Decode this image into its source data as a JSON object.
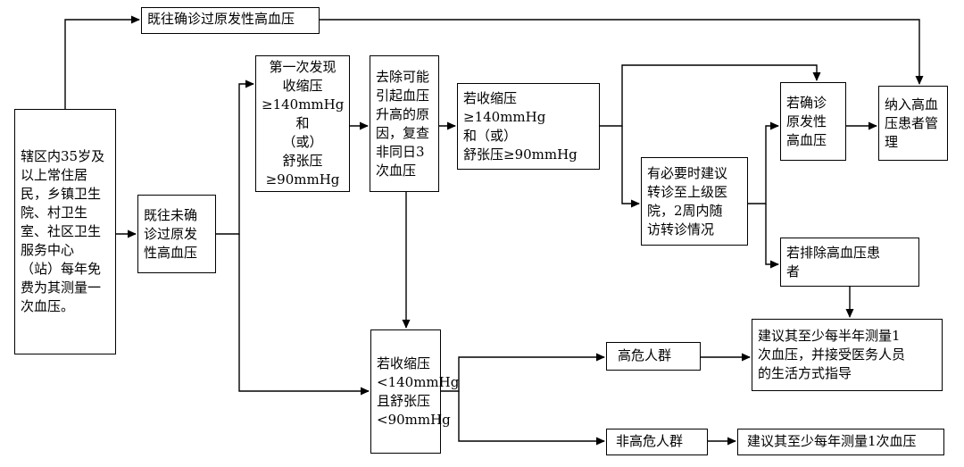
{
  "nodes": {
    "previously_diagnosed": "既往确诊过原发性高血压",
    "residents": "辖区内35岁及\n以上常住居\n民，乡镇卫生\n院、村卫生\n室、社区卫生\n服务中心\n（站）每年免\n费为其测量一\n次血压。",
    "not_diagnosed": "既往未确\n诊过原发\n性高血压",
    "first_found": "第一次发现\n收缩压\n≥140mmHg和\n（或）\n舒张压\n≥90mmHg",
    "recheck": "去除可能\n引起血压\n升高的原\n因，复查\n非同日3\n次血压",
    "systolic_high": "若收缩压≥140mmHg\n和（或）\n舒张压≥90mmHg",
    "referral": "有必要时建议\n转诊至上级医\n院，2周内随\n访转诊情况",
    "confirmed": "若确诊\n原发性\n高血压",
    "management": "纳入高血\n压患者管\n理",
    "excluded": "若排除高血压患\n者",
    "half_year": "建议其至少每半年测量1\n次血压，并接受医务人员\n的生活方式指导",
    "systolic_low": "若收缩压\n<140mmHg\n且舒张压\n<90mmHg",
    "high_risk": "高危人群",
    "non_high_risk": "非高危人群",
    "yearly": "建议其至少每年测量1次血压"
  },
  "style": {
    "line_color": "#000000"
  }
}
